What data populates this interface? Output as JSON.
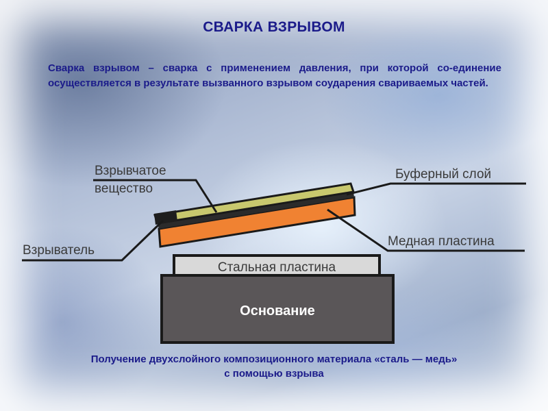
{
  "title": "СВАРКА ВЗРЫВОМ",
  "definition": "Сварка взрывом – сварка с применением давления, при которой со-единение осуществляется в результате вызванного взрывом соударения свариваемых частей.",
  "labels": {
    "explosive_line1": "Взрывчатое",
    "explosive_line2": "вещество",
    "buffer_layer": "Буферный  слой",
    "detonator": "Взрыватель",
    "copper_plate": "Медная  пластина",
    "steel_plate": "Стальная  пластина",
    "base": "Основание"
  },
  "caption": {
    "line1": "Получение двухслойного композиционного материала «сталь — медь»",
    "line2": "с помощью взрыва"
  },
  "colors": {
    "heading_text": "#1b1b8a",
    "explosive": "#c8c86e",
    "buffer": "#2b2b2b",
    "copper": "#f08232",
    "steel": "#d9d9d9",
    "base": "#5a5658",
    "outline": "#1a1a1a"
  }
}
